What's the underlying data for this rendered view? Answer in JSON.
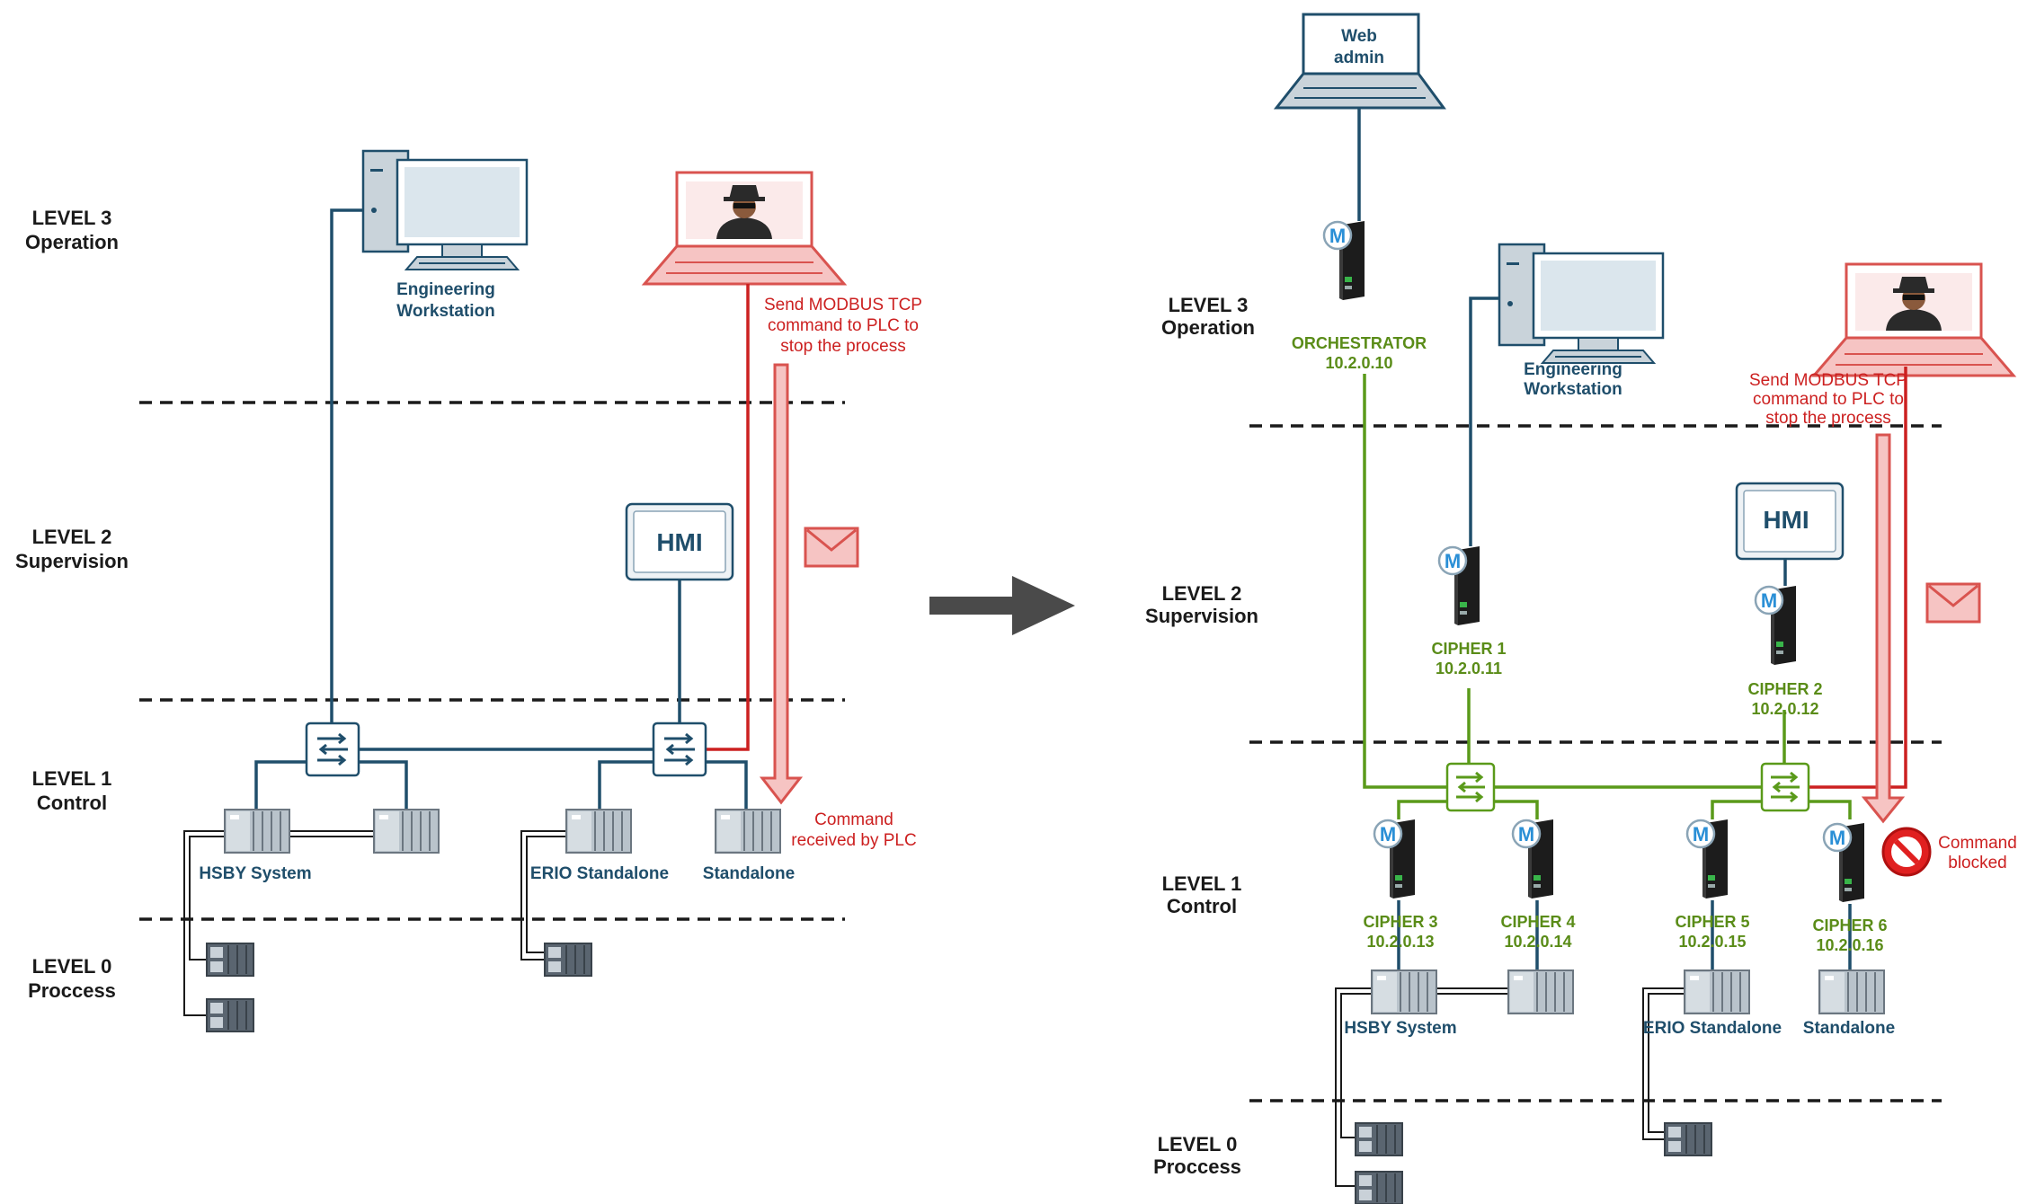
{
  "levels": {
    "l3": [
      "LEVEL 3",
      "Operation"
    ],
    "l2": [
      "LEVEL 2",
      "Supervision"
    ],
    "l1": [
      "LEVEL 1",
      "Control"
    ],
    "l0": [
      "LEVEL 0",
      "Proccess"
    ]
  },
  "left": {
    "engineering_workstation": [
      "Engineering",
      "Workstation"
    ],
    "hmi": "HMI",
    "attacker_note": [
      "Send MODBUS TCP",
      "command to PLC to",
      "stop the process"
    ],
    "plc_note": [
      "Command",
      "received by PLC"
    ],
    "plc_labels": {
      "hsby": "HSBY System",
      "erio": "ERIO Standalone",
      "standalone": "Standalone"
    }
  },
  "right": {
    "web_admin": [
      "Web",
      "admin"
    ],
    "orchestrator": {
      "name": "ORCHESTRATOR",
      "ip": "10.2.0.10"
    },
    "engineering_workstation": [
      "Engineering",
      "Workstation"
    ],
    "hmi": "HMI",
    "attacker_note": [
      "Send MODBUS TCP",
      "command to PLC to",
      "stop the process"
    ],
    "blocked_note": [
      "Command",
      "blocked"
    ],
    "ciphers": [
      {
        "name": "CIPHER 1",
        "ip": "10.2.0.11"
      },
      {
        "name": "CIPHER 2",
        "ip": "10.2.0.12"
      },
      {
        "name": "CIPHER 3",
        "ip": "10.2.0.13"
      },
      {
        "name": "CIPHER 4",
        "ip": "10.2.0.14"
      },
      {
        "name": "CIPHER 5",
        "ip": "10.2.0.15"
      },
      {
        "name": "CIPHER 6",
        "ip": "10.2.0.16"
      }
    ],
    "plc_labels": {
      "hsby": "HSBY System",
      "erio": "ERIO Standalone",
      "standalone": "Standalone"
    }
  },
  "colors": {
    "network_blue": "#1f4e6b",
    "secure_green": "#5a9a1a",
    "attack_red": "#cc2020"
  }
}
